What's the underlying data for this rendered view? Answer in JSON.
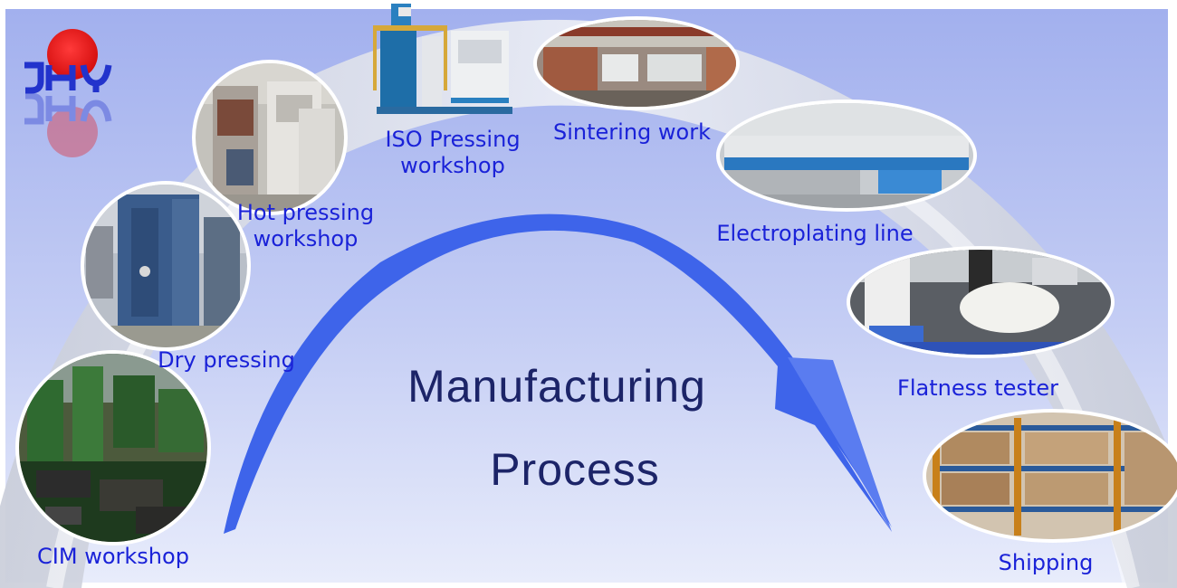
{
  "title": {
    "line1": "Manufacturing",
    "line2": "Process"
  },
  "logo": {
    "name": "jhy-logo",
    "text": "JHY",
    "colors": {
      "sun": "#e81818",
      "letters": "#2233cc"
    }
  },
  "steps": [
    {
      "id": "cim-workshop",
      "label": "CIM workshop",
      "photo": "injection-molding-machines"
    },
    {
      "id": "dry-pressing",
      "label": "Dry pressing",
      "photo": "blue-pressing-machine"
    },
    {
      "id": "hot-pressing",
      "label": "Hot pressing workshop",
      "photo": "hot-press-machine"
    },
    {
      "id": "iso-pressing",
      "label": "ISO Pressing workshop",
      "photo": "isostatic-press"
    },
    {
      "id": "sintering",
      "label": "Sintering work",
      "photo": "sintering-furnaces"
    },
    {
      "id": "electroplating",
      "label": "Electroplating line",
      "photo": "electroplating-line"
    },
    {
      "id": "flatness",
      "label": "Flatness tester",
      "photo": "flatness-tester-disc"
    },
    {
      "id": "shipping",
      "label": "Shipping",
      "photo": "warehouse-shelves"
    }
  ],
  "colors": {
    "background_top": "#a4b2ee",
    "background_bottom": "#e6eafb",
    "arrow": "#3e64ea",
    "label": "#1a22d8",
    "title": "#1c2468",
    "arc": "#d4d8e4"
  }
}
